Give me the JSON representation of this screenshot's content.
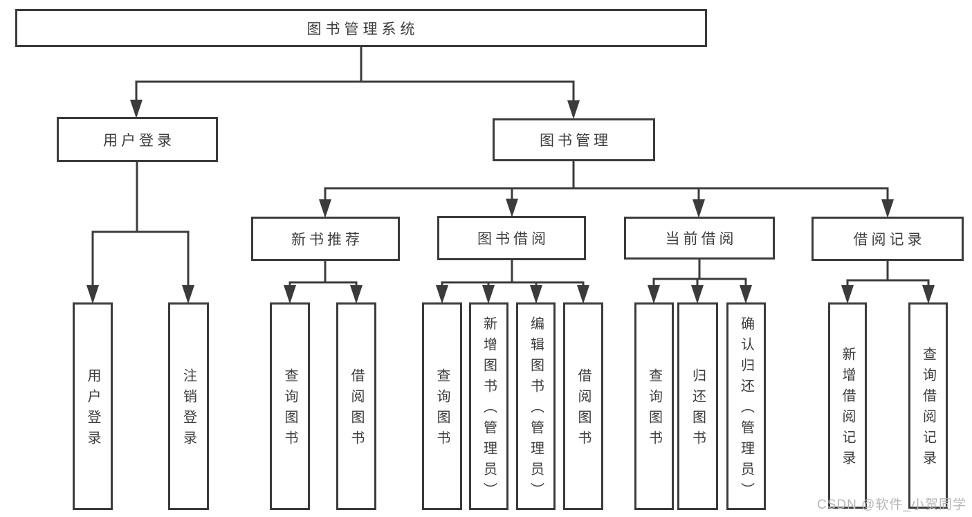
{
  "tree": {
    "label": "图书管理系统",
    "children": [
      {
        "label": "用户登录",
        "children": [
          {
            "label": "用户登录"
          },
          {
            "label": "注销登录"
          }
        ]
      },
      {
        "label": "图书管理",
        "children": [
          {
            "label": "新书推荐",
            "children": [
              {
                "label": "查询图书"
              },
              {
                "label": "借阅图书"
              }
            ]
          },
          {
            "label": "图书借阅",
            "children": [
              {
                "label": "查询图书"
              },
              {
                "label": "新增图书（管理员）"
              },
              {
                "label": "编辑图书（管理员）"
              },
              {
                "label": "借阅图书"
              }
            ]
          },
          {
            "label": "当前借阅",
            "children": [
              {
                "label": "查询图书"
              },
              {
                "label": "归还图书"
              },
              {
                "label": "确认归还（管理员）"
              }
            ]
          },
          {
            "label": "借阅记录",
            "children": [
              {
                "label": "新增借阅记录"
              },
              {
                "label": "查询借阅记录"
              }
            ]
          }
        ]
      }
    ]
  },
  "watermark": "CSDN @软件_小贺同学",
  "colors": {
    "line": "#3b3b3b",
    "text": "#3d3d3d",
    "watermark": "#b5b5b5",
    "background": "#ffffff"
  }
}
